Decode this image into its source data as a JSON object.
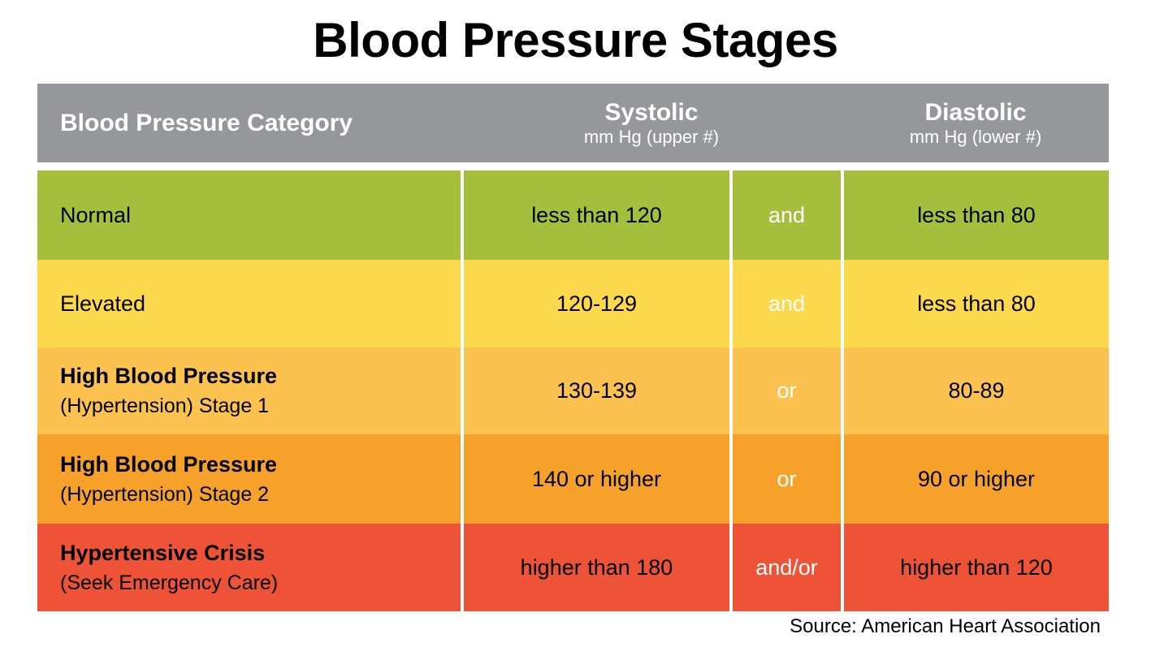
{
  "title": "Blood Pressure Stages",
  "header": {
    "category": "Blood Pressure Category",
    "systolic_main": "Systolic",
    "systolic_sub": "mm Hg (upper #)",
    "diastolic_main": "Diastolic",
    "diastolic_sub": "mm Hg (lower #)"
  },
  "rows": [
    {
      "category_main": "Normal",
      "category_sub": "",
      "systolic": "less than 120",
      "connector": "and",
      "diastolic": "less than 80",
      "color": "#a5bf3d",
      "height": 110,
      "bold_category": false
    },
    {
      "category_main": "Elevated",
      "category_sub": "",
      "systolic": "120-129",
      "connector": "and",
      "diastolic": "less than 80",
      "color": "#fcd84c",
      "height": 108,
      "bold_category": false
    },
    {
      "category_main": "High Blood Pressure",
      "category_sub": "(Hypertension) Stage 1",
      "systolic": "130-139",
      "connector": "or",
      "diastolic": "80-89",
      "color": "#fcc24f",
      "height": 107,
      "bold_category": true
    },
    {
      "category_main": "High Blood Pressure",
      "category_sub": "(Hypertension) Stage 2",
      "systolic": "140 or higher",
      "connector": "or",
      "diastolic": "90 or higher",
      "color": "#f6a22a",
      "height": 110,
      "bold_category": true
    },
    {
      "category_main": "Hypertensive Crisis",
      "category_sub": "(Seek Emergency Care)",
      "systolic": "higher than 180",
      "connector": "and/or",
      "diastolic": "higher than 120",
      "color": "#ef5337",
      "height": 108,
      "bold_category": true
    }
  ],
  "source": "Source: American Heart Association",
  "colors": {
    "header_gray": "#95979a",
    "normal_green": "#a5bf3d",
    "elevated_yellow": "#fcd84c",
    "stage1_light_orange": "#fcc24f",
    "stage2_orange": "#f6a22a",
    "crisis_red": "#ef5337",
    "divider_white": "#ffffff",
    "text_black": "#000000"
  },
  "chart_data": {
    "type": "table",
    "title": "Blood Pressure Stages",
    "columns": [
      "Blood Pressure Category",
      "Systolic mm Hg (upper #)",
      "",
      "Diastolic mm Hg (lower #)"
    ],
    "rows": [
      [
        "Normal",
        "less than 120",
        "and",
        "less than 80"
      ],
      [
        "Elevated",
        "120-129",
        "and",
        "less than 80"
      ],
      [
        "High Blood Pressure (Hypertension) Stage 1",
        "130-139",
        "or",
        "80-89"
      ],
      [
        "High Blood Pressure (Hypertension) Stage 2",
        "140 or higher",
        "or",
        "90 or higher"
      ],
      [
        "Hypertensive Crisis (Seek Emergency Care)",
        "higher than 180",
        "and/or",
        "higher than 120"
      ]
    ],
    "source": "Source: American Heart Association"
  }
}
